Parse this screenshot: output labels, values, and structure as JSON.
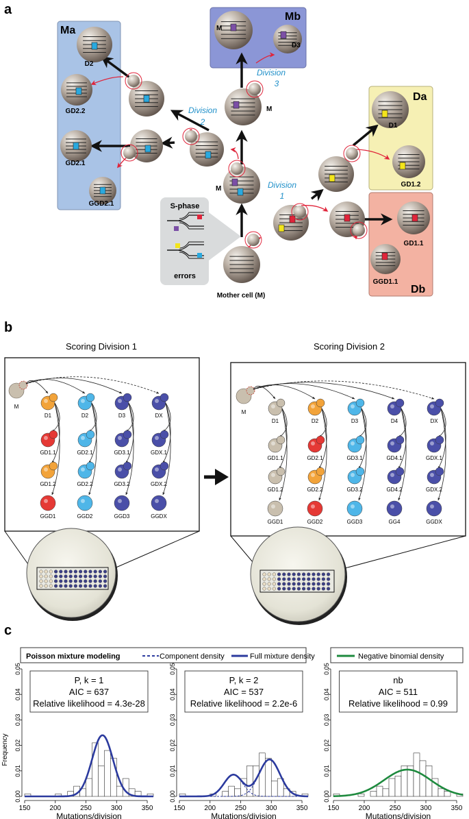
{
  "panel_a": {
    "letter": "a",
    "boxes": {
      "ma": "Ma",
      "mb": "Mb",
      "da": "Da",
      "db": "Db"
    },
    "cells": {
      "m_top": "M",
      "d3": "D3",
      "m_mid": "M",
      "m_low": "M",
      "d2": "D2",
      "gd22": "GD2.2",
      "gd21": "GD2.1",
      "ggd21": "GGD2.1",
      "d1": "D1",
      "gd12": "GD1.2",
      "gd11": "GD1.1",
      "ggd11": "GGD1.1",
      "mother": "Mother cell (M)"
    },
    "divisions": {
      "div1_line1": "Division",
      "div1_line2": "1",
      "div2_line1": "Division",
      "div2_line2": "2",
      "div3_line1": "Division",
      "div3_line2": "3"
    },
    "sphase": {
      "title": "S-phase",
      "footer": "errors"
    },
    "colors": {
      "blue": "#29a9df",
      "purple": "#7b4fa6",
      "red": "#e0243a",
      "yellow": "#f3e51b"
    }
  },
  "panel_b": {
    "letter": "b",
    "left": {
      "title": "Scoring Division 1",
      "mother": "M",
      "cols": [
        [
          "D1",
          "GD1.1",
          "GD1.2",
          "GGD1"
        ],
        [
          "D2",
          "GD2.1",
          "GD2.2",
          "GGD2"
        ],
        [
          "D3",
          "GD3.1",
          "GD3.2",
          "GGD3"
        ],
        [
          "DX",
          "GDX.1",
          "GDX.2",
          "GGDX"
        ]
      ],
      "colors": [
        [
          "#f2a33a",
          "#e53935",
          "#f2a33a",
          "#e53935"
        ],
        [
          "#4fb6e8",
          "#4fb6e8",
          "#4fb6e8",
          "#4fb6e8"
        ],
        [
          "#4a4fa8",
          "#4a4fa8",
          "#4a4fa8",
          "#4a4fa8"
        ],
        [
          "#4a4fa8",
          "#4a4fa8",
          "#4a4fa8",
          "#4a4fa8"
        ]
      ]
    },
    "right": {
      "title": "Scoring Division 2",
      "mother": "M",
      "cols": [
        [
          "D1",
          "GD1.1",
          "GD1.2",
          "GGD1"
        ],
        [
          "D2",
          "GD2.1",
          "GD2.2",
          "GGD2"
        ],
        [
          "D3",
          "GD3.1",
          "GD3.2",
          "GGD3"
        ],
        [
          "D4",
          "GD4.1",
          "GD4.2",
          "GG4"
        ],
        [
          "DX",
          "GDX.1",
          "GDX.2",
          "GGDX"
        ]
      ],
      "colors": [
        [
          "#c9bfae",
          "#c9bfae",
          "#c9bfae",
          "#c9bfae"
        ],
        [
          "#f2a33a",
          "#e53935",
          "#f2a33a",
          "#e53935"
        ],
        [
          "#4fb6e8",
          "#4fb6e8",
          "#4fb6e8",
          "#4fb6e8"
        ],
        [
          "#4a4fa8",
          "#4a4fa8",
          "#4a4fa8",
          "#4a4fa8"
        ],
        [
          "#4a4fa8",
          "#4a4fa8",
          "#4a4fa8",
          "#4a4fa8"
        ]
      ]
    }
  },
  "panel_c": {
    "letter": "c",
    "legend_left": {
      "title": "Poisson mixture modeling",
      "component": "Component density",
      "full": "Full mixture density"
    },
    "legend_right": {
      "nb": "Negative binomial density"
    },
    "colors": {
      "poisson": "#2b3a9e",
      "nb": "#1e8a3e"
    },
    "chart_data": [
      {
        "type": "bar",
        "stat": [
          "P, k = 1",
          "AIC = 637",
          "Relative likelihood = 4.3e-28"
        ],
        "xlabel": "Mutations/division",
        "ylabel": "Frequency",
        "xlim": [
          150,
          360
        ],
        "ylim": [
          0,
          0.05
        ],
        "xticks": [
          "150",
          "200",
          "250",
          "300",
          "350"
        ],
        "yticks": [
          "0.00",
          "0.01",
          "0.02",
          "0.03",
          "0.04",
          "0.05"
        ],
        "bin_width": 10,
        "bins": [
          150,
          160,
          170,
          180,
          190,
          200,
          210,
          220,
          230,
          240,
          250,
          260,
          270,
          280,
          290,
          300,
          310,
          320,
          330,
          340,
          350
        ],
        "values": [
          0.001,
          0,
          0,
          0,
          0,
          0.001,
          0,
          0.002,
          0.004,
          0.003,
          0.007,
          0.021,
          0.012,
          0.018,
          0.015,
          0.004,
          0.007,
          0.003,
          0.002,
          0,
          0.001
        ],
        "curves": [
          {
            "name": "Full mixture density",
            "mean": 277,
            "sd": 17,
            "peak": 0.024
          }
        ]
      },
      {
        "type": "bar",
        "stat": [
          "P, k = 2",
          "AIC = 537",
          "Relative likelihood = 2.2e-6"
        ],
        "xlabel": "Mutations/division",
        "ylabel": "",
        "xlim": [
          150,
          360
        ],
        "ylim": [
          0,
          0.05
        ],
        "xticks": [
          "150",
          "200",
          "250",
          "300",
          "350"
        ],
        "yticks": [
          "0.00",
          "0.01",
          "0.02",
          "0.03",
          "0.04",
          "0.05"
        ],
        "bin_width": 10,
        "bins": [
          150,
          160,
          170,
          180,
          190,
          200,
          210,
          220,
          230,
          240,
          250,
          260,
          270,
          280,
          290,
          300,
          310,
          320,
          330,
          340,
          350
        ],
        "values": [
          0.001,
          0,
          0,
          0,
          0,
          0.001,
          0,
          0.002,
          0.004,
          0.003,
          0.007,
          0.012,
          0.012,
          0.017,
          0.015,
          0.006,
          0.007,
          0.003,
          0.002,
          0,
          0.001
        ],
        "curves": [
          {
            "name": "Component density",
            "mean": 238,
            "sd": 15,
            "peak": 0.0085
          },
          {
            "name": "Component density",
            "mean": 297,
            "sd": 17,
            "peak": 0.0145
          }
        ]
      },
      {
        "type": "bar",
        "stat": [
          "nb",
          "AIC = 511",
          "Relative likelihood = 0.99"
        ],
        "xlabel": "Mutations/division",
        "ylabel": "",
        "xlim": [
          150,
          360
        ],
        "ylim": [
          0,
          0.05
        ],
        "xticks": [
          "150",
          "200",
          "250",
          "300",
          "350"
        ],
        "yticks": [
          "0.00",
          "0.01",
          "0.02",
          "0.03",
          "0.04",
          "0.05"
        ],
        "bin_width": 10,
        "bins": [
          150,
          160,
          170,
          180,
          190,
          200,
          210,
          220,
          230,
          240,
          250,
          260,
          270,
          280,
          290,
          300,
          310,
          320,
          330,
          340,
          350
        ],
        "values": [
          0.001,
          0,
          0,
          0,
          0.001,
          0,
          0.002,
          0.004,
          0.003,
          0.007,
          0.008,
          0.012,
          0.012,
          0.017,
          0.014,
          0.012,
          0.007,
          0.003,
          0.002,
          0,
          0.001
        ],
        "curves": [
          {
            "name": "Negative binomial density",
            "mean": 270,
            "sd": 38,
            "peak": 0.0105
          }
        ]
      }
    ]
  }
}
